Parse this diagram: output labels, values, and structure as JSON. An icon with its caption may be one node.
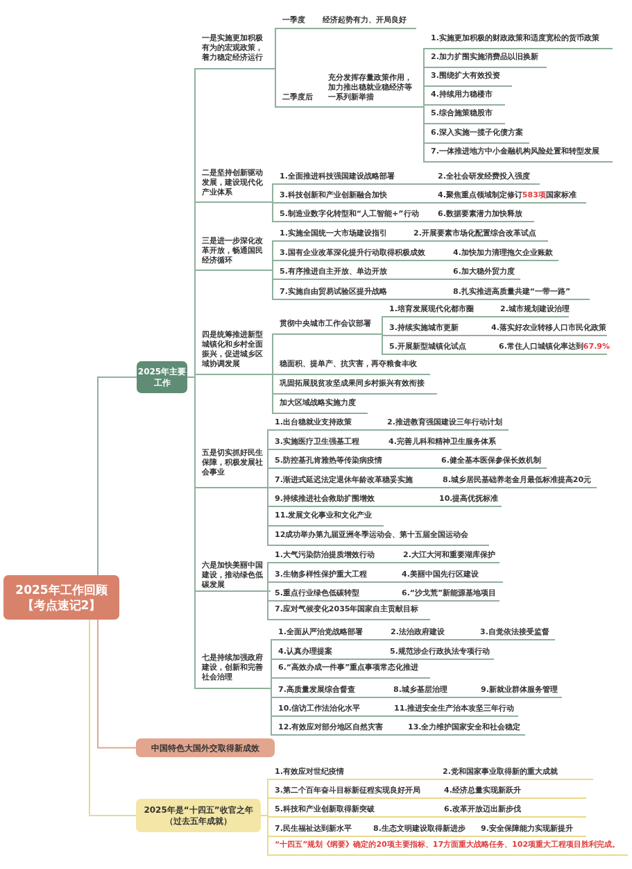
{
  "diagram": {
    "nodes": [
      {
        "text": [
          "2025年工作回顾",
          "【考点速记2】"
        ]
      },
      {
        "text": [
          "2025年主要工作"
        ]
      },
      {
        "text": [
          "中国特色大国外交取得新成效"
        ]
      },
      {
        "text": [
          "2025年是“十四五”收官之年（过去五年成就）"
        ]
      },
      {
        "text": [
          "一是实施更加积极有为的宏观政策，着力稳定经济运行"
        ]
      },
      {
        "text": [
          "一季度"
        ]
      },
      {
        "text": [
          "经济起势有力、开局良好"
        ]
      },
      {
        "text": [
          "二季度后"
        ]
      },
      {
        "text": [
          "充分发挥存量政策作用，加力推出稳就业稳经济等一系列新举措"
        ]
      },
      {
        "text": [
          "1.实施更加积极的财政政策和适度宽松的货币政策"
        ]
      },
      {
        "text": [
          "2.加力扩围实施消费品以旧换新"
        ]
      },
      {
        "text": [
          "3.围绕扩大有效投资"
        ]
      },
      {
        "text": [
          "4.持续用力稳楼市"
        ]
      },
      {
        "text": [
          "5.综合施策稳股市"
        ]
      },
      {
        "text": [
          "6.深入实施一揽子化债方案"
        ]
      },
      {
        "text": [
          "7.一体推进地方中小金融机构风险处置和转型发展"
        ]
      },
      {
        "text": [
          "二是坚持创新驱动发展，建设现代化产业体系"
        ]
      },
      {
        "text": [
          "1.全面推进科技强国建设战略部署",
          "2.全社会研发经费投入强度"
        ]
      },
      {
        "text": [
          "3.科技创新和产业创新融合加快",
          "4.聚焦重点领域制定修订**583项**国家标准"
        ]
      },
      {
        "text": [
          "5.制造业数字化转型和“人工智能+”行动",
          "6.数据要素潜力加快释放"
        ]
      },
      {
        "text": [
          "三是进一步深化改革开放，畅通国民经济循环"
        ]
      },
      {
        "text": [
          "1.实施全国统一大市场建设指引",
          "2.开展要素市场化配置综合改革试点"
        ]
      },
      {
        "text": [
          "3.国有企业改革深化提升行动取得积极成效",
          "4.加快加力清理拖欠企业账款"
        ]
      },
      {
        "text": [
          "5.有序推进自主开放、单边开放",
          "6.加大稳外贸力度"
        ]
      },
      {
        "text": [
          "7.实施自由贸易试验区提升战略",
          "8.扎实推进高质量共建“一带一路”"
        ]
      },
      {
        "text": [
          "四是统筹推进新型城镇化和乡村全面振兴，促进城乡区域协调发展"
        ]
      },
      {
        "text": [
          "贯彻中央城市工作会议部署"
        ]
      },
      {
        "text": [
          "1.培育发展现代化都市圈",
          "2.城市规划建设治理"
        ]
      },
      {
        "text": [
          "3.持续实施城市更新",
          "4.落实好农业转移人口市民化政策"
        ]
      },
      {
        "text": [
          "5.开展新型城镇化试点",
          "6.常住人口城镇化率达到**67.9%**"
        ]
      },
      {
        "text": [
          "稳面积、提单产、抗灾害，再夺粮食丰收"
        ]
      },
      {
        "text": [
          "巩固拓展脱贫攻坚成果同乡村振兴有效衔接"
        ]
      },
      {
        "text": [
          "加大区域战略实施力度"
        ]
      },
      {
        "text": [
          "五是切实抓好民生保障，积极发展社会事业"
        ]
      },
      {
        "text": [
          "1.出台稳就业支持政策",
          "2.推进教育强国建设三年行动计划"
        ]
      },
      {
        "text": [
          "3.实施医疗卫生强基工程",
          "4.完善儿科和精神卫生服务体系"
        ]
      },
      {
        "text": [
          "5.防控基孔肯雅热等传染病疫情",
          "6.健全基本医保参保长效机制"
        ]
      },
      {
        "text": [
          "7.渐进式延迟法定退休年龄改革稳妥实施",
          "8.城乡居民基础养老金月最低标准提高20元"
        ]
      },
      {
        "text": [
          "9.持续推进社会救助扩围增效",
          "10.提高优抚标准"
        ]
      },
      {
        "text": [
          "11.发展文化事业和文化产业"
        ]
      },
      {
        "text": [
          "12成功举办第九届亚洲冬季运动会、第十五届全国运动会"
        ]
      },
      {
        "text": [
          "六是加快美丽中国建设，推动绿色低碳发展"
        ]
      },
      {
        "text": [
          "1.大气污染防治提质增效行动",
          "2.大江大河和重要湖库保护"
        ]
      },
      {
        "text": [
          "3.生物多样性保护重大工程",
          "4.美丽中国先行区建设"
        ]
      },
      {
        "text": [
          "5.重点行业绿色低碳转型",
          "6.“沙戈荒”新能源基地项目"
        ]
      },
      {
        "text": [
          "7.应对气候变化2035年国家自主贡献目标"
        ]
      },
      {
        "text": [
          "七是持续加强政府建设，创新和完善社会治理"
        ]
      },
      {
        "text": [
          "1.全面从严治党战略部署",
          "2.法治政府建设",
          "3.自觉依法接受监督"
        ]
      },
      {
        "text": [
          "4.认真办理提案",
          "5.规范涉企行政执法专项行动"
        ]
      },
      {
        "text": [
          "6.“高效办成一件事”重点事项常态化推进"
        ]
      },
      {
        "text": [
          "7.高质量发展综合督查",
          "8.城乡基层治理",
          "9.新就业群体服务管理"
        ]
      },
      {
        "text": [
          "10.信访工作法治化水平",
          "11.推进安全生产治本攻坚三年行动"
        ]
      },
      {
        "text": [
          "12.有效应对部分地区自然灾害",
          "13.全力维护国家安全和社会稳定"
        ]
      },
      {
        "text": [
          "1.有效应对世纪疫情",
          "2.党和国家事业取得新的重大成就"
        ]
      },
      {
        "text": [
          "3.第二个百年奋斗目标新征程实现良好开局",
          "4.经济总量实现新跃升"
        ]
      },
      {
        "text": [
          "5.科技和产业创新取得新突破",
          "6.改革开放迈出新步伐"
        ]
      },
      {
        "text": [
          "7.民生福祉达到新水平",
          "8.生态文明建设取得新进步",
          "9.安全保障能力实现新提升"
        ]
      },
      {
        "text": [
          "“十四五”规划《纲要》确定的20项主要指标、17方面重大战略任务、102项重大工程项目胜利完成。"
        ]
      }
    ],
    "edges": [
      {
        "from": 0,
        "to": 1,
        "arrow": "none"
      },
      {
        "from": 0,
        "to": 2,
        "arrow": "none",
        "color": "#e3a58e"
      },
      {
        "from": 0,
        "to": 3,
        "arrow": "none",
        "color": "#ecd98a"
      },
      {
        "from": 1,
        "to": 4,
        "arrow": "none"
      },
      {
        "from": 4,
        "to": 5,
        "arrow": "none"
      },
      {
        "from": 5,
        "to": 6,
        "arrow": "none"
      },
      {
        "from": 4,
        "to": 7,
        "arrow": "none"
      },
      {
        "from": 7,
        "to": 8,
        "arrow": "none"
      },
      {
        "from": 8,
        "to": 9,
        "arrow": "none"
      },
      {
        "from": 8,
        "to": 10,
        "arrow": "none"
      },
      {
        "from": 8,
        "to": 11,
        "arrow": "none"
      },
      {
        "from": 8,
        "to": 12,
        "arrow": "none"
      },
      {
        "from": 8,
        "to": 13,
        "arrow": "none"
      },
      {
        "from": 8,
        "to": 14,
        "arrow": "none"
      },
      {
        "from": 8,
        "to": 15,
        "arrow": "none"
      },
      {
        "from": 1,
        "to": 16,
        "arrow": "none"
      },
      {
        "from": 16,
        "to": 17,
        "arrow": "none"
      },
      {
        "from": 16,
        "to": 18,
        "arrow": "none"
      },
      {
        "from": 16,
        "to": 19,
        "arrow": "none"
      },
      {
        "from": 1,
        "to": 20,
        "arrow": "none"
      },
      {
        "from": 20,
        "to": 21,
        "arrow": "none"
      },
      {
        "from": 20,
        "to": 22,
        "arrow": "none"
      },
      {
        "from": 20,
        "to": 23,
        "arrow": "none"
      },
      {
        "from": 20,
        "to": 24,
        "arrow": "none"
      },
      {
        "from": 1,
        "to": 25,
        "arrow": "none"
      },
      {
        "from": 25,
        "to": 26,
        "arrow": "none"
      },
      {
        "from": 26,
        "to": 27,
        "arrow": "none"
      },
      {
        "from": 26,
        "to": 28,
        "arrow": "none"
      },
      {
        "from": 26,
        "to": 29,
        "arrow": "none"
      },
      {
        "from": 25,
        "to": 30,
        "arrow": "none"
      },
      {
        "from": 25,
        "to": 31,
        "arrow": "none"
      },
      {
        "from": 25,
        "to": 32,
        "arrow": "none"
      },
      {
        "from": 1,
        "to": 33,
        "arrow": "none"
      },
      {
        "from": 33,
        "to": 34,
        "arrow": "none"
      },
      {
        "from": 33,
        "to": 35,
        "arrow": "none"
      },
      {
        "from": 33,
        "to": 36,
        "arrow": "none"
      },
      {
        "from": 33,
        "to": 37,
        "arrow": "none"
      },
      {
        "from": 33,
        "to": 38,
        "arrow": "none"
      },
      {
        "from": 33,
        "to": 39,
        "arrow": "none"
      },
      {
        "from": 33,
        "to": 40,
        "arrow": "none"
      },
      {
        "from": 1,
        "to": 41,
        "arrow": "none"
      },
      {
        "from": 41,
        "to": 42,
        "arrow": "none"
      },
      {
        "from": 41,
        "to": 43,
        "arrow": "none"
      },
      {
        "from": 41,
        "to": 44,
        "arrow": "none"
      },
      {
        "from": 41,
        "to": 45,
        "arrow": "none"
      },
      {
        "from": 1,
        "to": 46,
        "arrow": "none"
      },
      {
        "from": 46,
        "to": 47,
        "arrow": "none"
      },
      {
        "from": 46,
        "to": 48,
        "arrow": "none"
      },
      {
        "from": 46,
        "to": 49,
        "arrow": "none"
      },
      {
        "from": 46,
        "to": 50,
        "arrow": "none"
      },
      {
        "from": 46,
        "to": 51,
        "arrow": "none"
      },
      {
        "from": 46,
        "to": 52,
        "arrow": "none"
      },
      {
        "from": 3,
        "to": 53,
        "arrow": "none",
        "color": "#ecd98a"
      },
      {
        "from": 3,
        "to": 54,
        "arrow": "none",
        "color": "#ecd98a"
      },
      {
        "from": 3,
        "to": 55,
        "arrow": "none",
        "color": "#ecd98a"
      },
      {
        "from": 3,
        "to": 56,
        "arrow": "none",
        "color": "#ecd98a"
      },
      {
        "from": 3,
        "to": 57,
        "arrow": "none",
        "color": "#ecd98a"
      }
    ]
  }
}
